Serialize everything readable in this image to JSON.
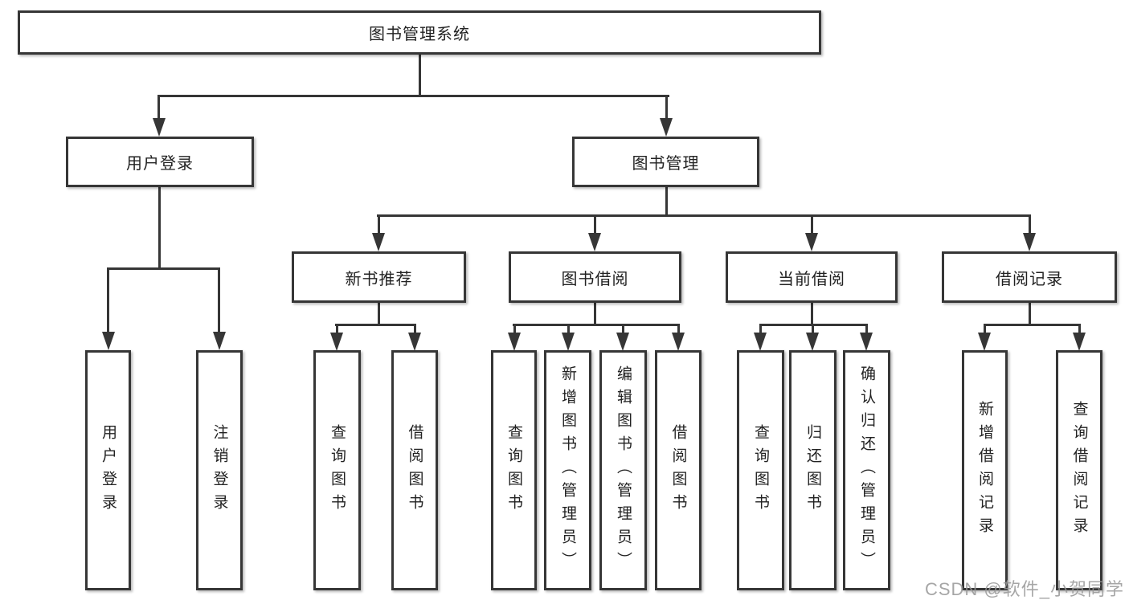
{
  "tree": {
    "root": {
      "label": "图书管理系统"
    },
    "children": [
      {
        "label": "用户登录",
        "children": [
          {
            "label": "用户登录"
          },
          {
            "label": "注销登录"
          }
        ]
      },
      {
        "label": "图书管理",
        "children": [
          {
            "label": "新书推荐",
            "children": [
              {
                "label": "查询图书"
              },
              {
                "label": "借阅图书"
              }
            ]
          },
          {
            "label": "图书借阅",
            "children": [
              {
                "label": "查询图书"
              },
              {
                "label": "新增图书（管理员）"
              },
              {
                "label": "编辑图书（管理员）"
              },
              {
                "label": "借阅图书"
              }
            ]
          },
          {
            "label": "当前借阅",
            "children": [
              {
                "label": "查询图书"
              },
              {
                "label": "归还图书"
              },
              {
                "label": "确认归还（管理员）"
              }
            ]
          },
          {
            "label": "借阅记录",
            "children": [
              {
                "label": "新增借阅记录"
              },
              {
                "label": "查询借阅记录"
              }
            ]
          }
        ]
      }
    ]
  },
  "watermark": {
    "text": "CSDN @软件_小贺同学"
  },
  "colors": {
    "background": "#ffffff",
    "box_border": "#363636",
    "connector": "#363636",
    "text": "#222222",
    "watermark": "#969696"
  }
}
